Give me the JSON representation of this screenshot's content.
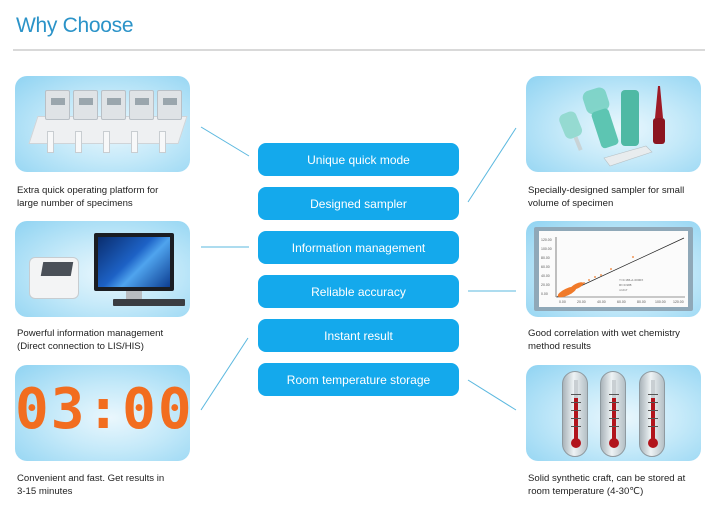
{
  "header": {
    "title": "Why Choose"
  },
  "features": [
    {
      "label": "Unique quick mode"
    },
    {
      "label": "Designed sampler"
    },
    {
      "label": "Information management"
    },
    {
      "label": "Reliable accuracy"
    },
    {
      "label": "Instant result"
    },
    {
      "label": "Room temperature storage"
    }
  ],
  "left_cards": [
    {
      "image": "multi-module-platform",
      "caption_line1": "Extra quick operating platform for",
      "caption_line2": "large number of specimens"
    },
    {
      "image": "analyzer-and-computer",
      "caption_line1": "Powerful information management",
      "caption_line2": "(Direct connection to LIS/HIS)"
    },
    {
      "image": "digital-timer",
      "timer_display": "03:00",
      "caption_line1": "Convenient and fast. Get results in",
      "caption_line2": "3-15 minutes"
    }
  ],
  "right_cards": [
    {
      "image": "sampler-tubes",
      "caption_line1": "Specially-designed sampler  for small",
      "caption_line2": "volume of specimen"
    },
    {
      "image": "correlation-scatter-plot",
      "caption_line1": "Good correlation with wet  chemistry",
      "caption_line2": "method results"
    },
    {
      "image": "thermometers",
      "caption_line1": "Solid synthetic craft, can be stored at",
      "caption_line2": "room temperature (4-30℃)"
    }
  ],
  "colors": {
    "title": "#2b93c8",
    "pill": "#14a9ec",
    "pill_text": "#ffffff",
    "connector": "#5bb8df",
    "timer_digits": "#f26d1f"
  }
}
